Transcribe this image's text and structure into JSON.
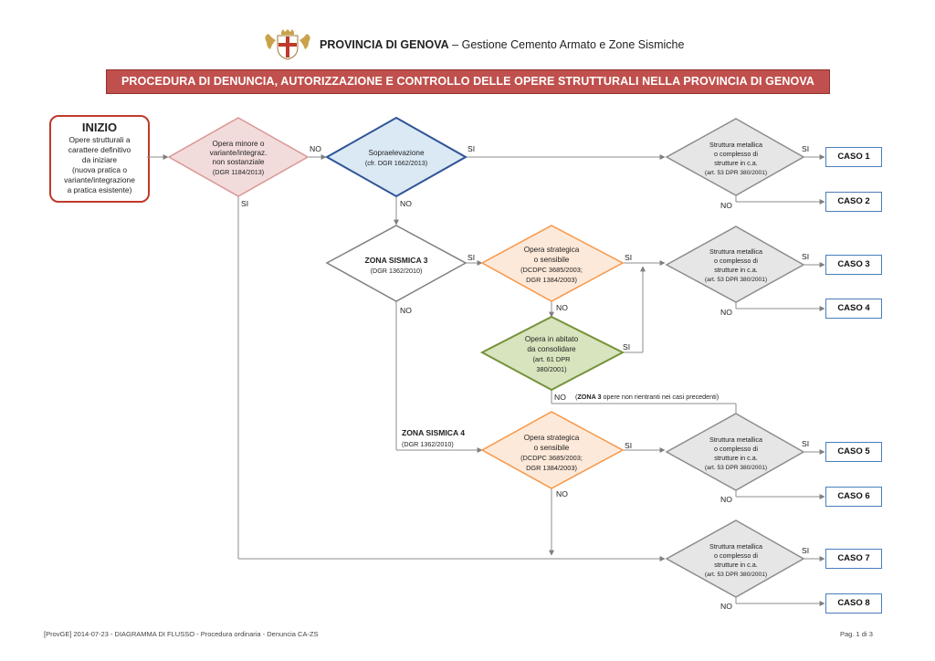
{
  "header": {
    "org": "PROVINCIA DI GENOVA",
    "separator": " – ",
    "subtitle": "Gestione Cemento Armato e Zone Sismiche",
    "logo_icon": "genoa-coat-of-arms-icon"
  },
  "title": "PROCEDURA DI DENUNCIA, AUTORIZZAZIONE E CONTROLLO DELLE OPERE STRUTTURALI NELLA PROVINCIA DI GENOVA",
  "start": {
    "title": "INIZIO",
    "lines": [
      "Opere strutturali a",
      "carattere definitivo",
      "da iniziare",
      "(nuova pratica o",
      "variante/integrazione",
      "a pratica esistente)"
    ]
  },
  "decisions": {
    "opera_minore": [
      "Opera minore o",
      "variante/integraz.",
      "non sostanziale",
      "(DGR 1184/2013)"
    ],
    "sopraelevazione": [
      "Sopraelevazione",
      "(cfr. DGR 1662/2013)"
    ],
    "zona3": [
      "ZONA SISMICA 3",
      "(DGR 1362/2010)"
    ],
    "strategica_a": [
      "Opera strategica",
      "o sensibile",
      "(DCDPC 3685/2003;",
      "DGR 1384/2003)"
    ],
    "abitato": [
      "Opera in abitato",
      "da consolidare",
      "(art. 61 DPR",
      "380/2001)"
    ],
    "zona4": [
      "ZONA SISMICA 4",
      "(DGR 1362/2010)"
    ],
    "strategica_b": [
      "Opera strategica",
      "o sensibile",
      "(DCDPC 3685/2003;",
      "DGR 1384/2003)"
    ],
    "struttura": [
      "Struttura metallica",
      "o complesso di",
      "strutture in c.a.",
      "(art. 53 DPR 380/2001)"
    ]
  },
  "labels": {
    "si": "SI",
    "no": "NO",
    "zona3_note_bold": "ZONA 3",
    "zona3_note_rest": " opere non rientranti nei casi precedenti)",
    "zona3_note_open": "("
  },
  "cases": [
    "CASO 1",
    "CASO 2",
    "CASO 3",
    "CASO 4",
    "CASO 5",
    "CASO 6",
    "CASO 7",
    "CASO 8"
  ],
  "footer": {
    "left": "[ProvGE] 2014-07-23 - DIAGRAMMA DI FLUSSO - Procedura ordinaria - Denuncia CA-ZS",
    "right": "Pag. 1 di 3"
  },
  "colors": {
    "title_bar": "#c0504d",
    "start_border": "#c0392b",
    "opera_minore_fill": "#f2dcdb",
    "sopraelevazione_fill": "#dbe9f5",
    "strategica_fill": "#fde9d9",
    "abitato_fill": "#d7e4bd",
    "struttura_fill": "#e6e6e6",
    "case_border": "#4a7ebb"
  }
}
